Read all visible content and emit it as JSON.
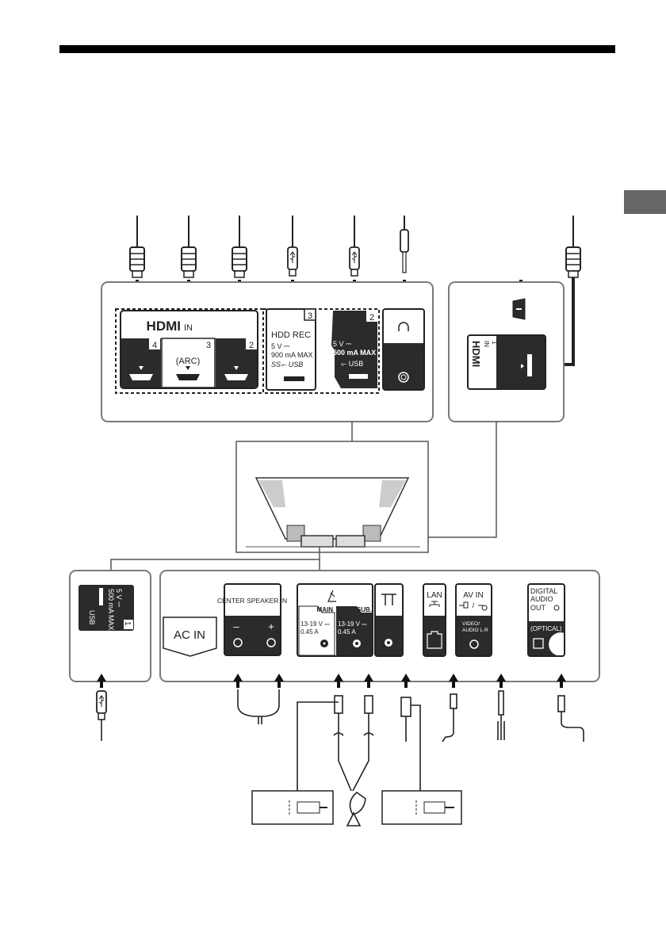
{
  "colors": {
    "panel_stroke": "#7a7a7a",
    "port_dark": "#2b2b2b",
    "tab": "#666666",
    "header_bar": "#000000"
  },
  "top_panel": {
    "hdmi_logo": "HDMI",
    "hdmi_in": "IN",
    "hdmi_ports": [
      {
        "number": "4"
      },
      {
        "number": "3",
        "label": "(ARC)"
      },
      {
        "number": "2"
      }
    ],
    "hdd_rec": {
      "number": "3",
      "title": "HDD REC",
      "voltage": "5 V ⎓",
      "current": "900 mA MAX",
      "usb_label": "SS⟜ USB"
    },
    "usb2": {
      "number": "2",
      "voltage": "5 V ⎓",
      "current": "500 mA MAX",
      "usb_label": "⟜ USB"
    },
    "headphone_icon": "headphone-icon"
  },
  "side_panel": {
    "hdmi_logo": "HDMI",
    "in_label": "IN",
    "number": "1"
  },
  "left_panel": {
    "voltage": "5 V ⎓",
    "current": "500 mA MAX",
    "usb_label": "USB",
    "number": "1"
  },
  "bottom_panel": {
    "ac_in": "AC IN",
    "center_speaker": {
      "title": "CENTER SPEAKER IN",
      "minus": "–",
      "plus": "+"
    },
    "satellite": {
      "main": "MAIN",
      "sub": "SUB.",
      "main_spec1": "13-19 V ⎓",
      "main_spec2": "0.45 A",
      "sub_spec1": "13-19 V ⎓",
      "sub_spec2": "0.45 A"
    },
    "antenna_icon": "antenna-icon",
    "lan": {
      "title": "LAN",
      "icon": "network-icon"
    },
    "av_in": {
      "title": "AV IN",
      "slash": "/",
      "sub": "VIDEO/",
      "sub2": "AUDIO L-R"
    },
    "digital_audio": {
      "line1": "DIGITAL",
      "line2": "AUDIO",
      "line3": "OUT",
      "optical": "(OPTICAL)"
    }
  }
}
